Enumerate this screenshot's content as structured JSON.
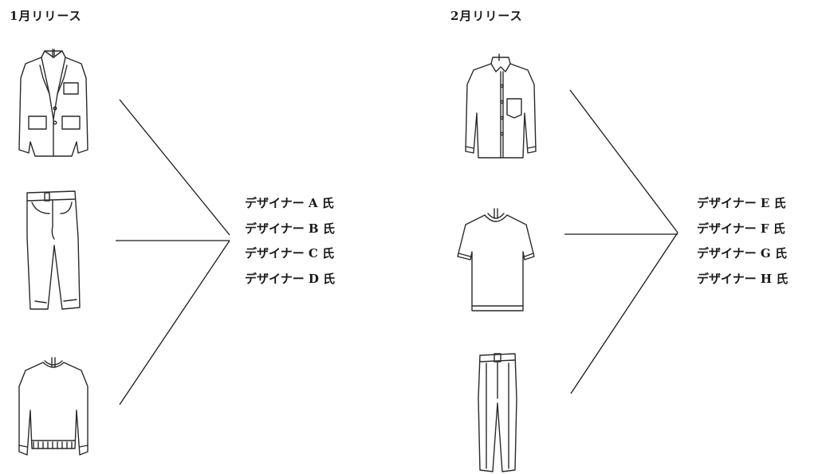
{
  "groups": [
    {
      "title": "1月リリース",
      "items": [
        "jacket",
        "jeans",
        "sweater"
      ],
      "designers": [
        "デザイナー A 氏",
        "デザイナー B 氏",
        "デザイナー C 氏",
        "デザイナー D 氏"
      ]
    },
    {
      "title": "2月リリース",
      "items": [
        "shirt",
        "t-shirt",
        "trousers"
      ],
      "designers": [
        "デザイナー E 氏",
        "デザイナー F 氏",
        "デザイナー G 氏",
        "デザイナー H 氏"
      ]
    }
  ]
}
